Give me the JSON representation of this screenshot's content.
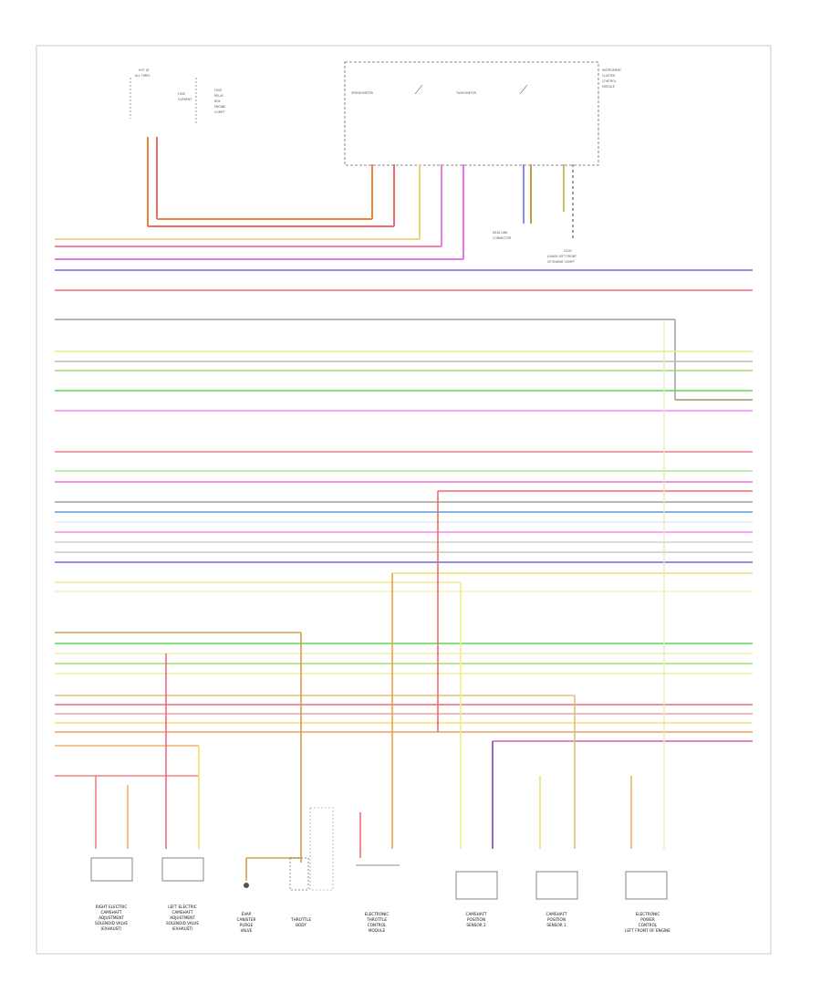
{
  "diagram": {
    "page_marker": "",
    "top_left_block": {
      "fuse_title": [
        "HOT AT",
        "ALL TIMES"
      ],
      "fuse_caption": [
        "FUSE",
        "CURRENT"
      ],
      "fuse_box_caption": [
        "FUSE",
        "RELAY",
        "BOX",
        "ENGINE",
        "COMPT"
      ]
    },
    "top_module": {
      "side_caption": [
        "INSTRUMENT",
        "CLUSTER",
        "CONTROL",
        "MODULE"
      ],
      "left_gauge": "SPEEDOMETER",
      "right_gauge": "TACHOMETER",
      "connector_note": [
        "DATA LINK",
        "CONNECTOR"
      ],
      "ground_note": [
        "G100",
        "LOWER LEFT FRONT",
        "OF ENGINE COMPT"
      ]
    },
    "bottom_components": [
      {
        "box": "",
        "caption": [
          "RIGHT ELECTRIC",
          "CAMSHAFT",
          "ADJUSTMENT",
          "SOLENOID VALVE",
          "(EXHAUST)"
        ]
      },
      {
        "box": "",
        "caption": [
          "LEFT ELECTRIC",
          "CAMSHAFT",
          "ADJUSTMENT",
          "SOLENOID VALVE",
          "(EXHAUST)"
        ]
      },
      {
        "box": "",
        "caption": [
          "EVAP",
          "CANISTER",
          "PURGE",
          "VALVE"
        ]
      },
      {
        "box": "",
        "caption": [
          "THROTTLE",
          "BODY"
        ]
      },
      {
        "box": "",
        "caption": [
          "ELECTRONIC",
          "THROTTLE",
          "CONTROL",
          "MODULE"
        ]
      },
      {
        "box": "",
        "caption": [
          "CAMSHAFT",
          "POSITION",
          "SENSOR 2"
        ]
      },
      {
        "box": "",
        "caption": [
          "CAMSHAFT",
          "POSITION",
          "SENSOR 1"
        ]
      },
      {
        "box": "",
        "caption": [
          "ELECTRONIC",
          "POWER",
          "CONTROL",
          "LEFT FRONT OF ENGINE"
        ]
      }
    ]
  }
}
